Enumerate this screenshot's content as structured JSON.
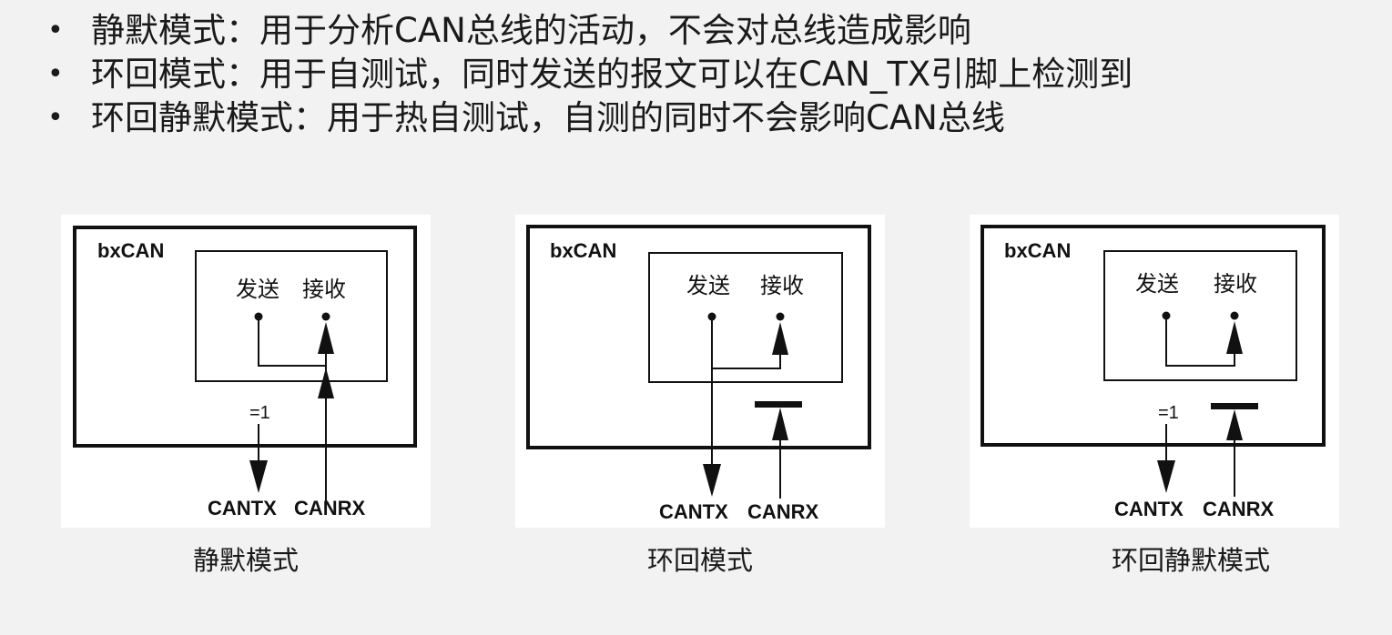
{
  "bullets": [
    {
      "symbol": "•",
      "text": "静默模式：用于分析CAN总线的活动，不会对总线造成影响"
    },
    {
      "symbol": "•",
      "text": "环回模式：用于自测试，同时发送的报文可以在CAN_TX引脚上检测到"
    },
    {
      "symbol": "•",
      "text": "环回静默模式：用于热自测试，自测的同时不会影响CAN总线"
    }
  ],
  "diagrams": [
    {
      "caption": "静默模式",
      "block_label": "bxCAN",
      "tx_label": "发送",
      "rx_label": "接收",
      "eq_label": "=1",
      "pin_tx": "CANTX",
      "pin_rx": "CANRX"
    },
    {
      "caption": "环回模式",
      "block_label": "bxCAN",
      "tx_label": "发送",
      "rx_label": "接收",
      "pin_tx": "CANTX",
      "pin_rx": "CANRX"
    },
    {
      "caption": "环回静默模式",
      "block_label": "bxCAN",
      "tx_label": "发送",
      "rx_label": "接收",
      "eq_label": "=1",
      "pin_tx": "CANTX",
      "pin_rx": "CANRX"
    }
  ]
}
